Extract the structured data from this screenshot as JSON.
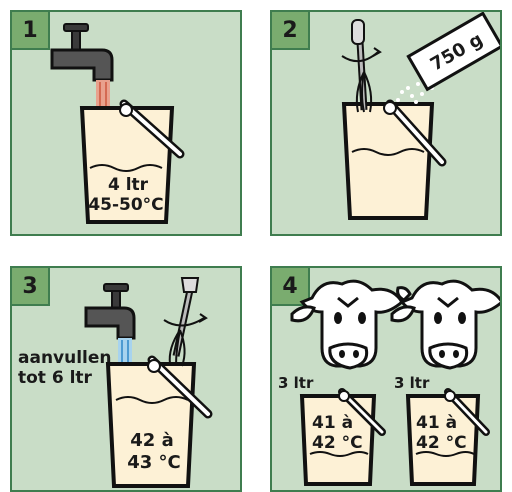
{
  "steps": [
    {
      "number": "1",
      "bucket_line1": "4 ltr",
      "bucket_line2": "45-50°C"
    },
    {
      "number": "2",
      "bag_label": "750 g"
    },
    {
      "number": "3",
      "side_line1": "aanvullen",
      "side_line2": "tot 6 ltr",
      "bucket_line1": "42 à",
      "bucket_line2": "43 °C"
    },
    {
      "number": "4",
      "left_volume": "3 ltr",
      "right_volume": "3 ltr",
      "left_temp_line1": "41 à",
      "left_temp_line2": "42 °C",
      "right_temp_line1": "41 à",
      "right_temp_line2": "42 °C"
    }
  ],
  "colors": {
    "panel_bg": "#c9ddc7",
    "border": "#3f7d4f",
    "badge": "#7aac6f",
    "bucket": "#fdf1d6"
  }
}
